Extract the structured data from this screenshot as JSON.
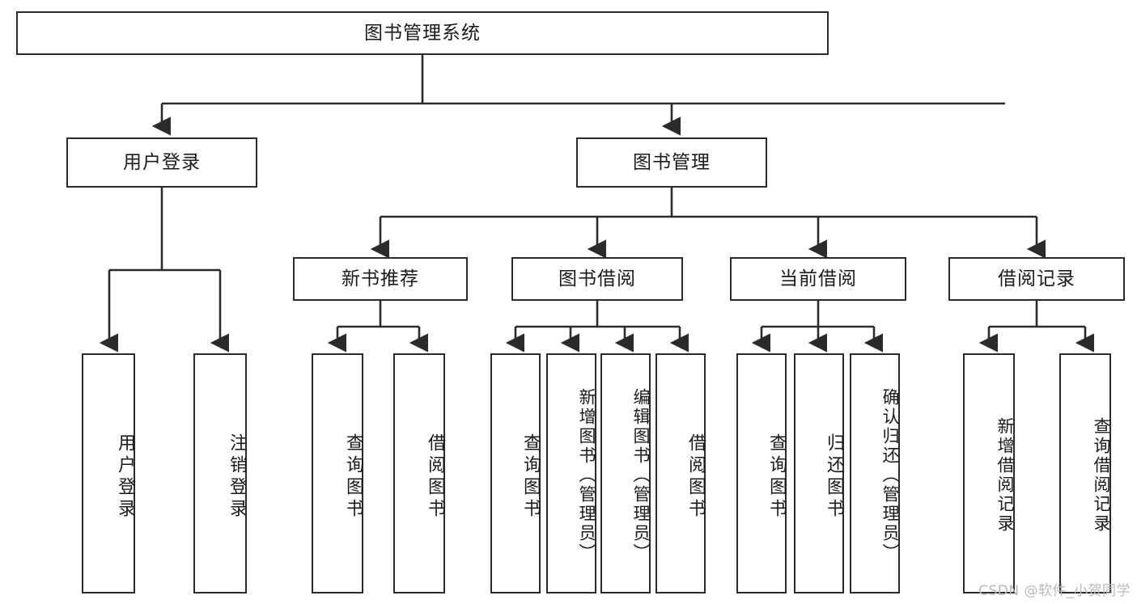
{
  "diagram": {
    "title": "图书管理系统",
    "watermark": "CSDN @软件_小贺同学",
    "type": "tree-hierarchy-diagram"
  },
  "nodes": {
    "root": {
      "label": "图书管理系统"
    },
    "level2": [
      {
        "label": "用户登录"
      },
      {
        "label": "图书管理"
      }
    ],
    "level3": [
      {
        "label": "新书推荐"
      },
      {
        "label": "图书借阅"
      },
      {
        "label": "当前借阅"
      },
      {
        "label": "借阅记录"
      }
    ],
    "leaves": {
      "user_login": [
        {
          "label": "用户登录"
        },
        {
          "label": "注销登录"
        }
      ],
      "new_book": [
        {
          "label": "查询图书"
        },
        {
          "label": "借阅图书"
        }
      ],
      "book_borrow": [
        {
          "label": "查询图书"
        },
        {
          "label": "新增图书（管理员）"
        },
        {
          "label": "编辑图书（管理员）"
        },
        {
          "label": "借阅图书"
        }
      ],
      "current_borrow": [
        {
          "label": "查询图书"
        },
        {
          "label": "归还图书"
        },
        {
          "label": "确认归还（管理员）"
        }
      ],
      "borrow_record": [
        {
          "label": "新增借阅记录"
        },
        {
          "label": "查询借阅记录"
        }
      ]
    }
  },
  "style": {
    "stroke": "#2b2b2b",
    "fill": "#ffffff",
    "text": "#1a1a1a",
    "watermark_color": "#b9b9b9"
  }
}
